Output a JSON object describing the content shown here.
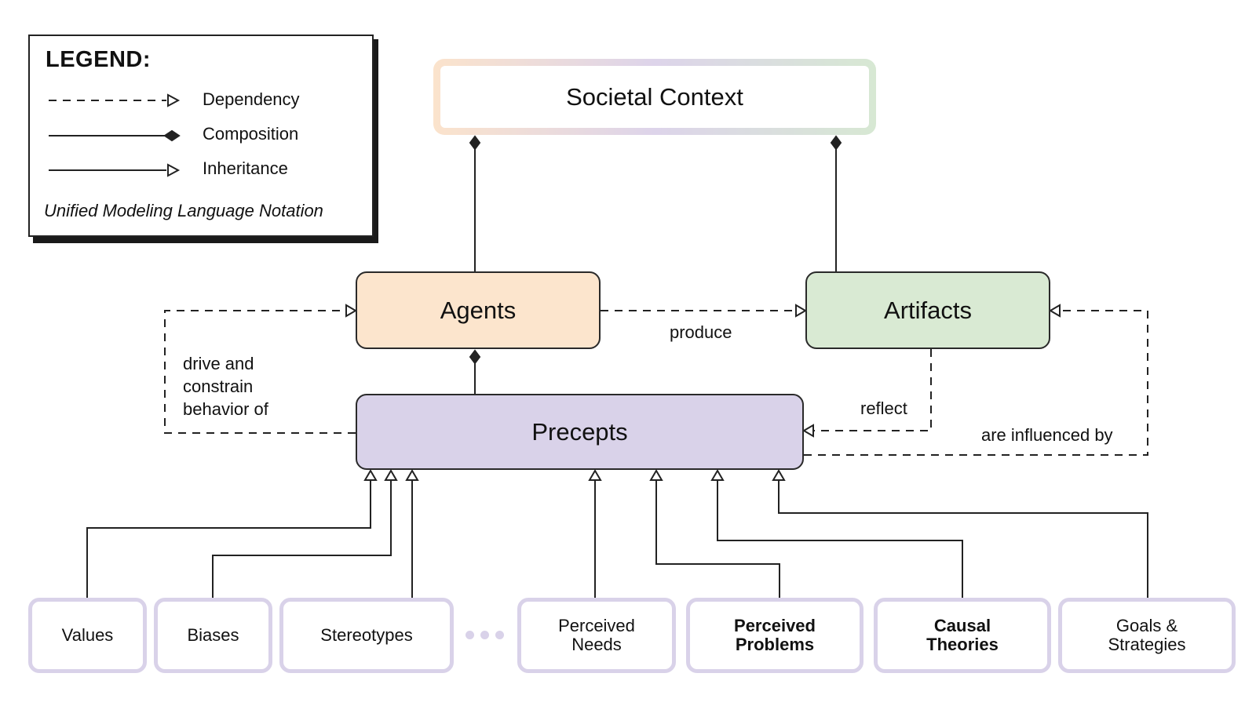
{
  "legend": {
    "title": "LEGEND:",
    "items": [
      {
        "label": "Dependency",
        "line": "dashed",
        "head": "open-triangle"
      },
      {
        "label": "Composition",
        "line": "solid",
        "head": "filled-diamond"
      },
      {
        "label": "Inheritance",
        "line": "solid",
        "head": "open-triangle"
      }
    ],
    "note": "Unified Modeling Language Notation"
  },
  "nodes": {
    "societal_context": {
      "label": "Societal Context"
    },
    "agents": {
      "label": "Agents",
      "color": "#fce5cd"
    },
    "artifacts": {
      "label": "Artifacts",
      "color": "#d9ead3"
    },
    "precepts": {
      "label": "Precepts",
      "color": "#d9d2e9"
    }
  },
  "edges": {
    "agents_to_societal": {
      "type": "composition"
    },
    "artifacts_to_societal": {
      "type": "composition"
    },
    "precepts_to_agents": {
      "type": "composition"
    },
    "drive": {
      "type": "dependency",
      "label_lines": [
        "drive and",
        "constrain",
        "behavior of"
      ]
    },
    "produce": {
      "type": "dependency",
      "label": "produce"
    },
    "reflect": {
      "type": "dependency",
      "label": "reflect"
    },
    "influenced": {
      "type": "dependency",
      "label": "are influenced by"
    }
  },
  "leaves": [
    {
      "label": "Values",
      "bold": false
    },
    {
      "label": "Biases",
      "bold": false
    },
    {
      "label": "Stereotypes",
      "bold": false
    },
    {
      "label_lines": [
        "Perceived",
        "Needs"
      ],
      "bold": false
    },
    {
      "label_lines": [
        "Perceived",
        "Problems"
      ],
      "bold": true
    },
    {
      "label_lines": [
        "Causal",
        "Theories"
      ],
      "bold": true
    },
    {
      "label_lines": [
        "Goals &",
        "Strategies"
      ],
      "bold": false
    }
  ],
  "ellipsis": "more precept types",
  "colors": {
    "line": "#222222",
    "leaf_border": "#d9d2e9",
    "societal_gradient": [
      "#fbe3cc",
      "#ddd4ea",
      "#d7e8d3"
    ]
  }
}
